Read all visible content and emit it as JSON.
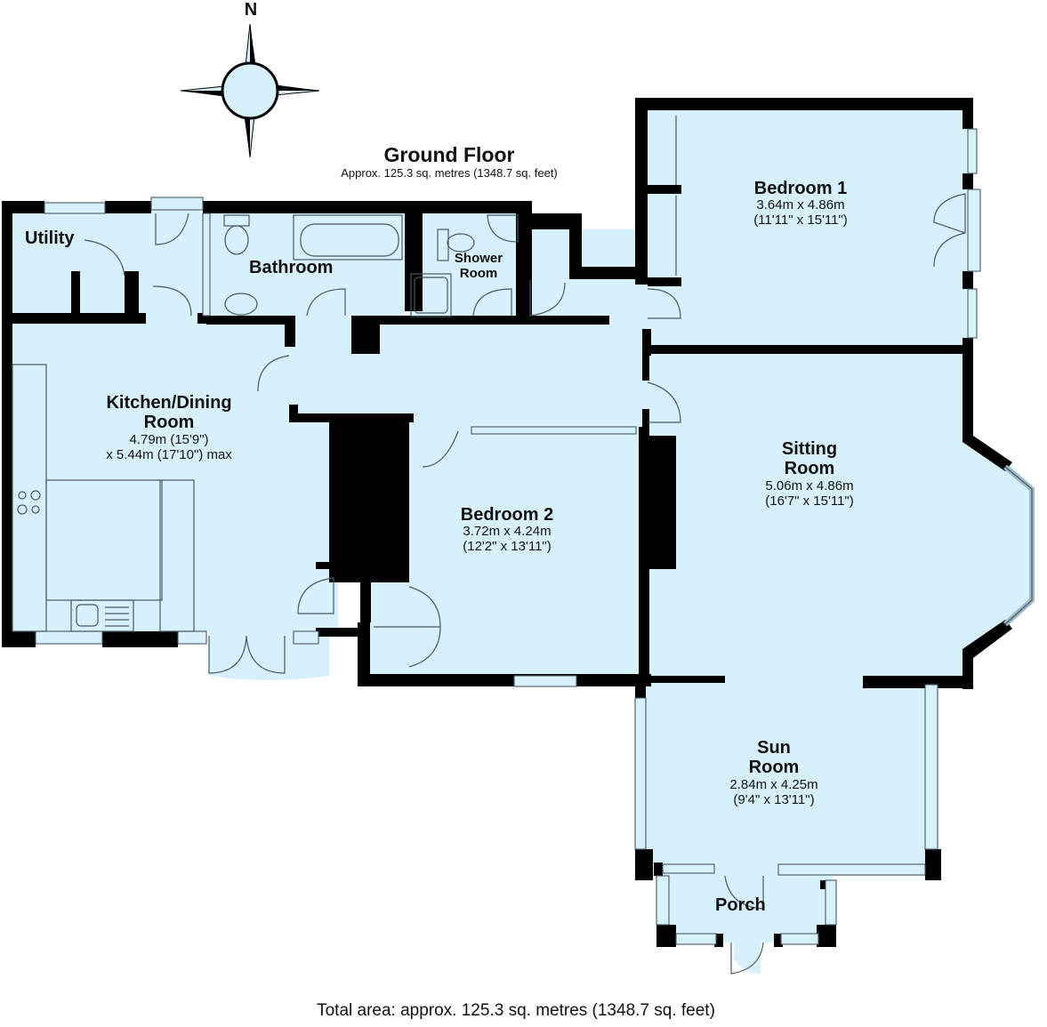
{
  "compass": {
    "label": "N",
    "icon": "compass-rose-icon"
  },
  "header": {
    "title": "Ground Floor",
    "subtitle": "Approx. 125.3 sq. metres (1348.7 sq. feet)"
  },
  "rooms": {
    "bedroom1": {
      "name": "Bedroom 1",
      "metric": "3.64m x 4.86m",
      "imperial": "(11'11\" x 15'11\")"
    },
    "utility": {
      "name": "Utility"
    },
    "bathroom": {
      "name": "Bathroom"
    },
    "shower_room": {
      "name_line1": "Shower",
      "name_line2": "Room"
    },
    "kitchen": {
      "name_line1": "Kitchen/Dining",
      "name_line2": "Room",
      "dim_line1": "4.79m (15'9\")",
      "dim_line2": "x 5.44m (17'10\") max"
    },
    "sitting_room": {
      "name_line1": "Sitting",
      "name_line2": "Room",
      "metric": "5.06m x 4.86m",
      "imperial": "(16'7\" x 15'11\")"
    },
    "bedroom2": {
      "name": "Bedroom 2",
      "metric": "3.72m x 4.24m",
      "imperial": "(12'2\" x 13'11\")"
    },
    "sun_room": {
      "name_line1": "Sun",
      "name_line2": "Room",
      "metric": "2.84m x 4.25m",
      "imperial": "(9'4\" x 13'11\")"
    },
    "porch": {
      "name": "Porch"
    }
  },
  "footer": {
    "total": "Total area: approx. 125.3 sq. metres (1348.7 sq. feet)"
  },
  "colors": {
    "room_fill": "#d6f0fc",
    "wall": "#000000",
    "fixture_line": "#4a5a66"
  }
}
